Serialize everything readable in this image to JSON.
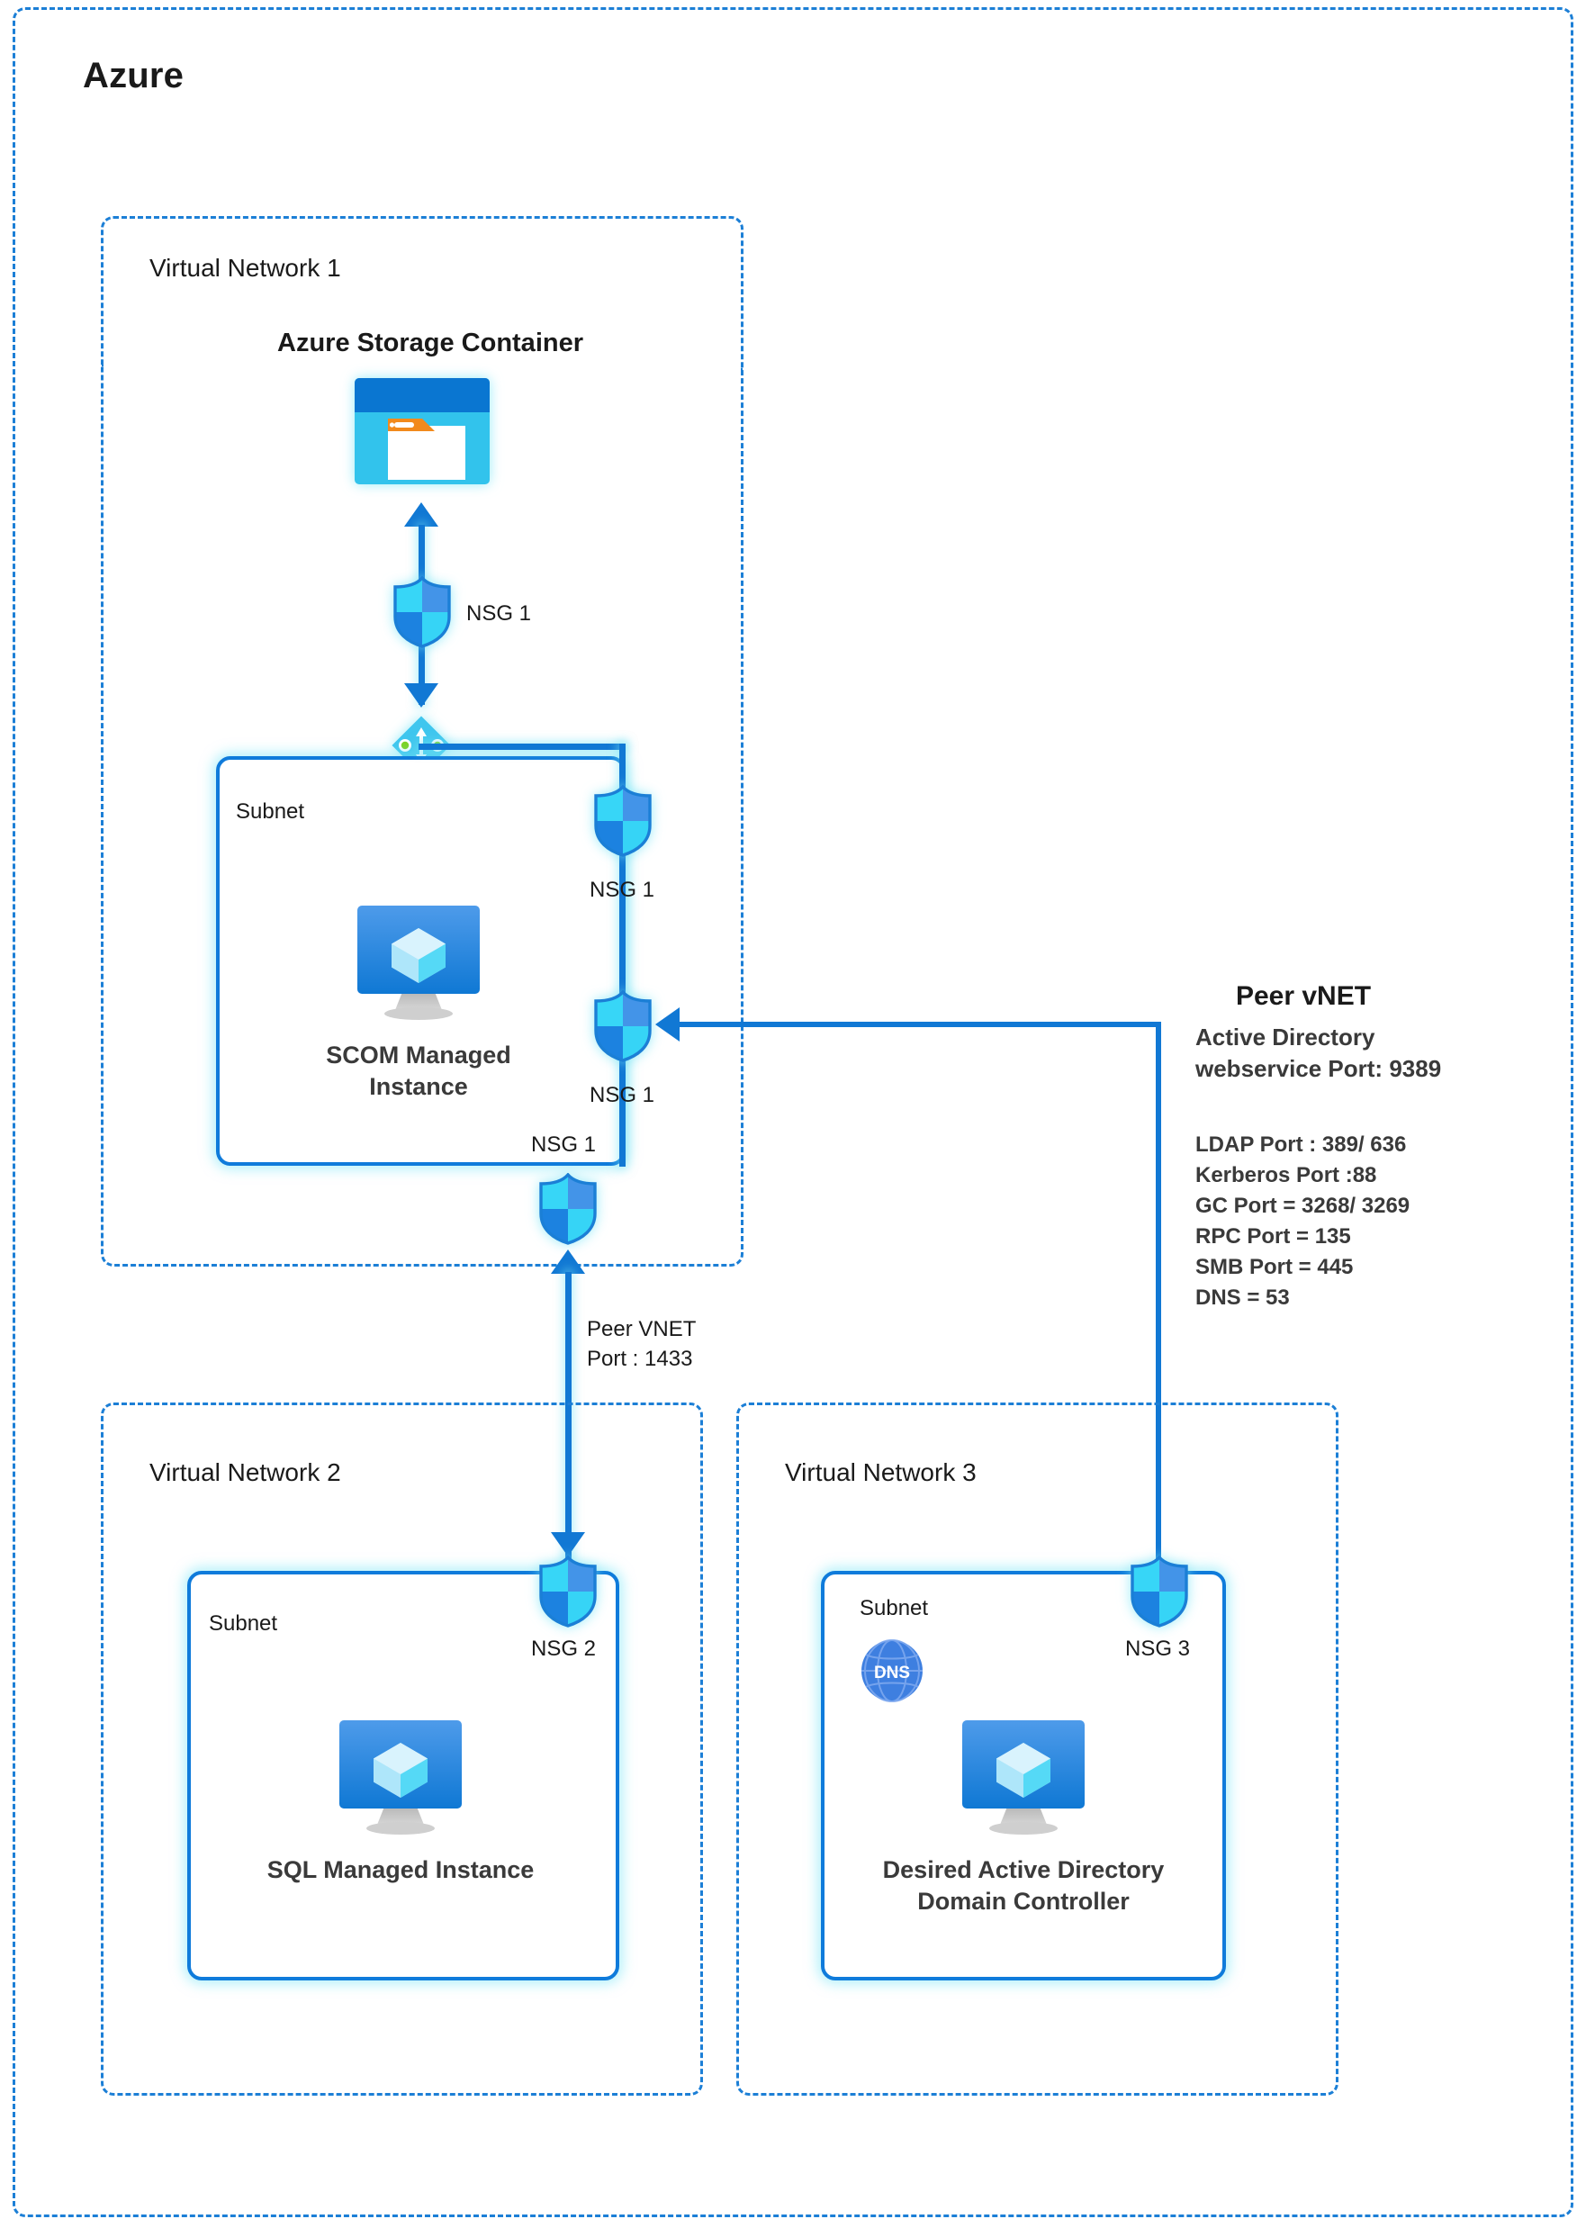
{
  "diagram": {
    "cloud_label": "Azure",
    "accent_color": "#1C7FD6",
    "subnet_border_color": "#0F7BDB",
    "connector_color": "#1178D4"
  },
  "vnet1": {
    "label": "Virtual Network 1",
    "storage": {
      "title": "Azure Storage Container",
      "icon": "storage-container-icon"
    },
    "nat_gateway": {
      "label": "NAT Gateway",
      "icon": "nat-gateway-icon"
    },
    "subnet_label": "Subnet",
    "scom": {
      "label": "SCOM\nManaged Instance",
      "icon": "managed-instance-icon"
    },
    "nsg_storage": "NSG 1",
    "nsg_right_top": "NSG 1",
    "nsg_right_bottom": "NSG 1",
    "nsg_bottom": "NSG 1"
  },
  "vnet2": {
    "label": "Virtual Network 2",
    "subnet_label": "Subnet",
    "nsg": "NSG 2",
    "sql": {
      "label": "SQL\nManaged Instance",
      "icon": "managed-instance-icon"
    }
  },
  "vnet3": {
    "label": "Virtual Network 3",
    "subnet_label": "Subnet",
    "dns": {
      "label": "DNS",
      "icon": "dns-globe-icon"
    },
    "nsg": "NSG 3",
    "dc": {
      "label": "Desired Active Directory\nDomain Controller",
      "icon": "managed-instance-icon"
    }
  },
  "links": {
    "peer_vnet_sql": "Peer VNET\nPort : 1433",
    "peer_vnet_ad": {
      "title": "Peer vNET",
      "subtitle": "Active Directory\nwebservice Port: 9389",
      "ports": "LDAP Port : 389/ 636\nKerberos Port :88\nGC Port = 3268/ 3269\nRPC Port = 135\nSMB Port = 445\nDNS = 53"
    }
  }
}
